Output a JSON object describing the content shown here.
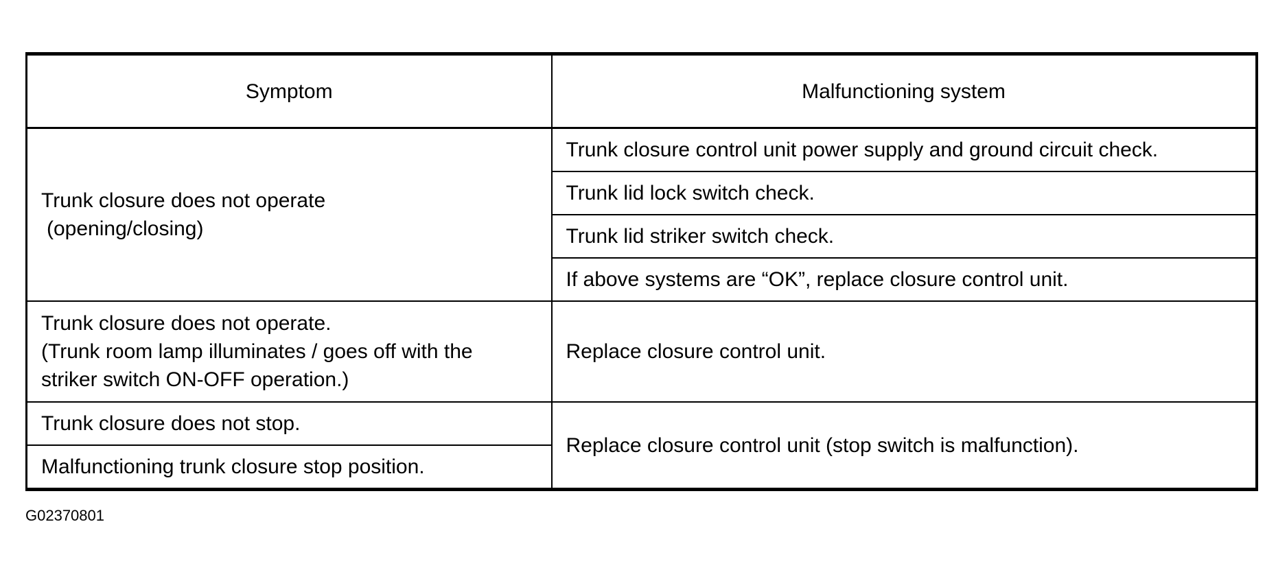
{
  "table": {
    "headers": {
      "symptom": "Symptom",
      "system": "Malfunctioning system"
    },
    "rows": [
      {
        "symptom": [
          "Trunk closure does not operate",
          "(opening/closing)"
        ],
        "systems": [
          "Trunk closure control unit power supply and ground circuit check.",
          "Trunk lid lock switch check.",
          "Trunk lid striker switch check.",
          "If above systems are “OK”, replace closure control unit."
        ]
      },
      {
        "symptom": [
          "Trunk closure does not operate.",
          "(Trunk room lamp illuminates / goes off with the",
          "striker switch  ON-OFF operation.)"
        ],
        "system": "Replace closure control unit."
      },
      {
        "symptoms": [
          "Trunk closure does not stop.",
          "Malfunctioning trunk closure stop position."
        ],
        "system": "Replace closure control unit (stop switch is malfunction)."
      }
    ]
  },
  "figure_code": "G02370801"
}
